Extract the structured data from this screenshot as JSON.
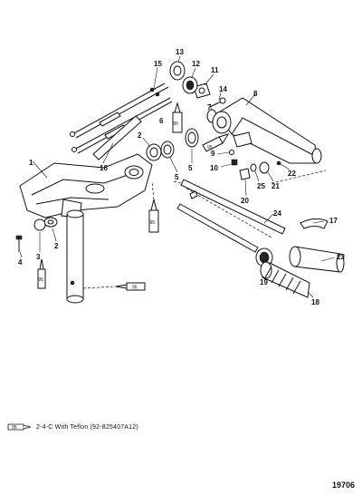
{
  "diagram": {
    "part_callouts": [
      "1",
      "2",
      "3",
      "4",
      "5",
      "6",
      "7",
      "8",
      "9",
      "10",
      "11",
      "12",
      "13",
      "14",
      "15",
      "16",
      "17",
      "18",
      "19",
      "20",
      "21",
      "22",
      "23",
      "24",
      "25"
    ],
    "sealant_code": "95"
  },
  "legend": {
    "code": "95",
    "text": "2-4-C  With Teflon (92-825407A12)"
  },
  "figure_number": "19706"
}
